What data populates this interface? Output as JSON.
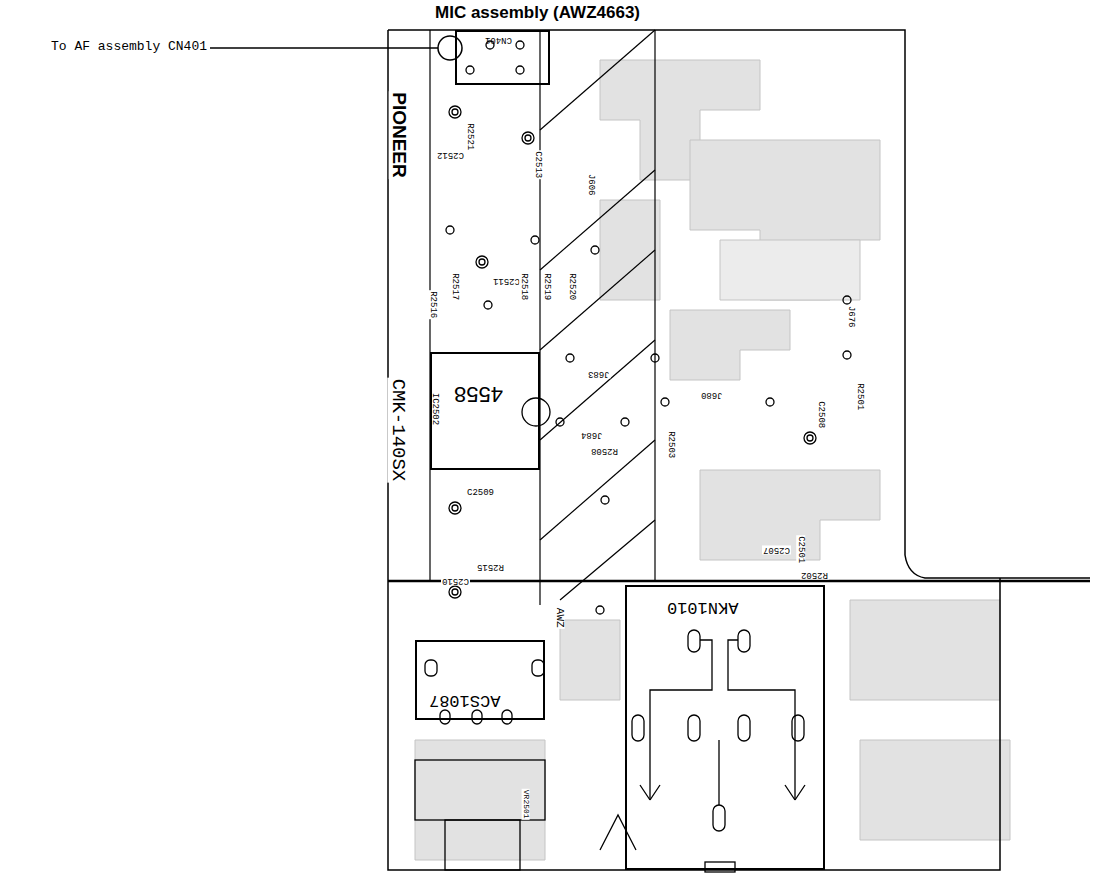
{
  "diagram": {
    "title": "MIC assembly (AWZ4663)",
    "nodes": [
      {
        "text": [
          "CN401"
        ]
      },
      {
        "text": [
          "4558",
          "IC2502"
        ]
      },
      {
        "text": [
          "AKN1010"
        ]
      },
      {
        "text": [
          "ACS1087"
        ]
      }
    ],
    "labels": [
      "To AF assembly CN401",
      "PIONEER",
      "CMK-140SX",
      "R2521",
      "C2512",
      "C2513",
      "J606",
      "C2511",
      "R2517",
      "R2516",
      "R2518",
      "R2519",
      "R2520",
      "J683",
      "J680",
      "J684",
      "R2508",
      "R2503",
      "J676",
      "R2501",
      "C2508",
      "C2509",
      "R2515",
      "C2510",
      "C2507",
      "C2501",
      "R2502",
      "AWZ",
      "VR2501"
    ]
  }
}
